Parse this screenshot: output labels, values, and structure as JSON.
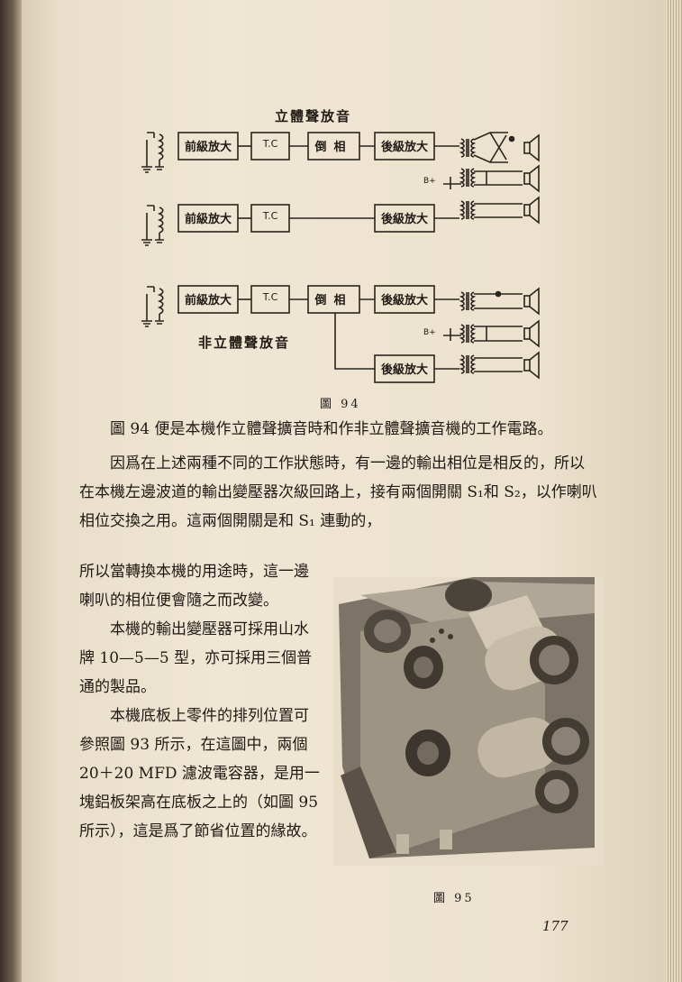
{
  "diagram": {
    "title_stereo": "立體聲放音",
    "title_mono": "非立體聲放音",
    "caption": "圖 94",
    "blocks": {
      "pre_amp": "前級放大",
      "tone_control": "T.C",
      "phase_inverter": "倒相",
      "post_amp": "後級放大"
    },
    "b_plus": "B+"
  },
  "text": {
    "para1": "圖 94 便是本機作立體聲擴音時和作非立體聲擴音機的工作電路。",
    "para2": "因爲在上述兩種不同的工作狀態時，有一邊的輸出相位是相反的，所以在本機左邊波道的輸出變壓器次級回路上，接有兩個開關 S₁和 S₂，以作喇叭相位交換之用。這兩個開關是和 S₁ 連動的，",
    "para2_cont": "所以當轉換本機的用途時，這一邊喇叭的相位便會隨之而改變。",
    "para3": "本機的輸出變壓器可採用山水牌 10—5—5 型，亦可採用三個普通的製品。",
    "para4": "本機底板上零件的排列位置可參照圖 93 所示，在這圖中，兩個 20＋20 MFD 濾波電容器，是用一塊鋁板架高在底板之上的（如圖 95 所示），這是爲了節省位置的緣故。"
  },
  "photo": {
    "caption": "圖 95"
  },
  "page_number": "177"
}
